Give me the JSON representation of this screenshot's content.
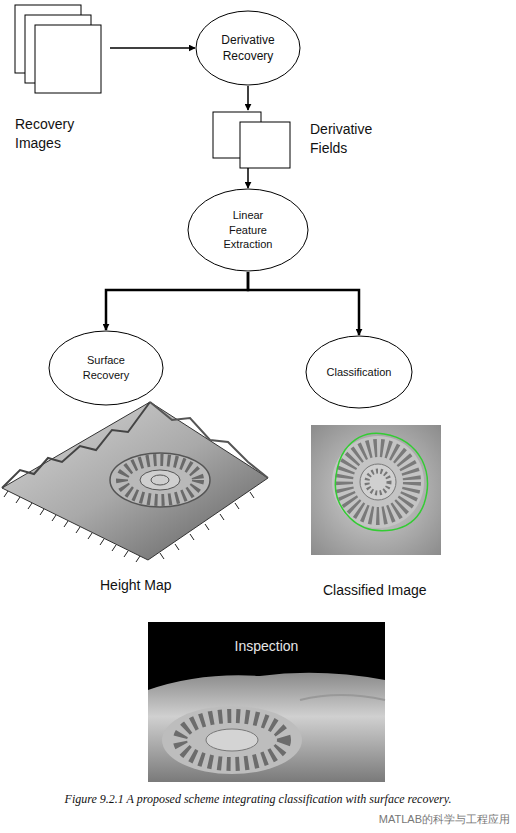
{
  "diagram": {
    "caption": "Figure 9.2.1 A proposed scheme integrating classification with surface recovery.",
    "nodes": [
      {
        "text": [
          "Recovery Images"
        ]
      },
      {
        "text": [
          "Derivative Recovery"
        ]
      },
      {
        "text": [
          "Derivative Fields"
        ]
      },
      {
        "text": [
          "Linear Feature Extraction"
        ]
      },
      {
        "text": [
          "Surface Recovery"
        ]
      },
      {
        "text": [
          "Classification"
        ]
      }
    ],
    "edges": [
      {
        "from": 0,
        "to": 1,
        "arrow": "to"
      },
      {
        "from": 1,
        "to": 2,
        "arrow": "to"
      },
      {
        "from": 2,
        "to": 3,
        "arrow": "to"
      },
      {
        "from": 3,
        "to": 4,
        "arrow": "to"
      },
      {
        "from": 3,
        "to": 5,
        "arrow": "to"
      }
    ],
    "labels": [
      "Height Map",
      "Classified Image",
      "Inspection",
      "MATLAB的科学与工程应用"
    ]
  }
}
